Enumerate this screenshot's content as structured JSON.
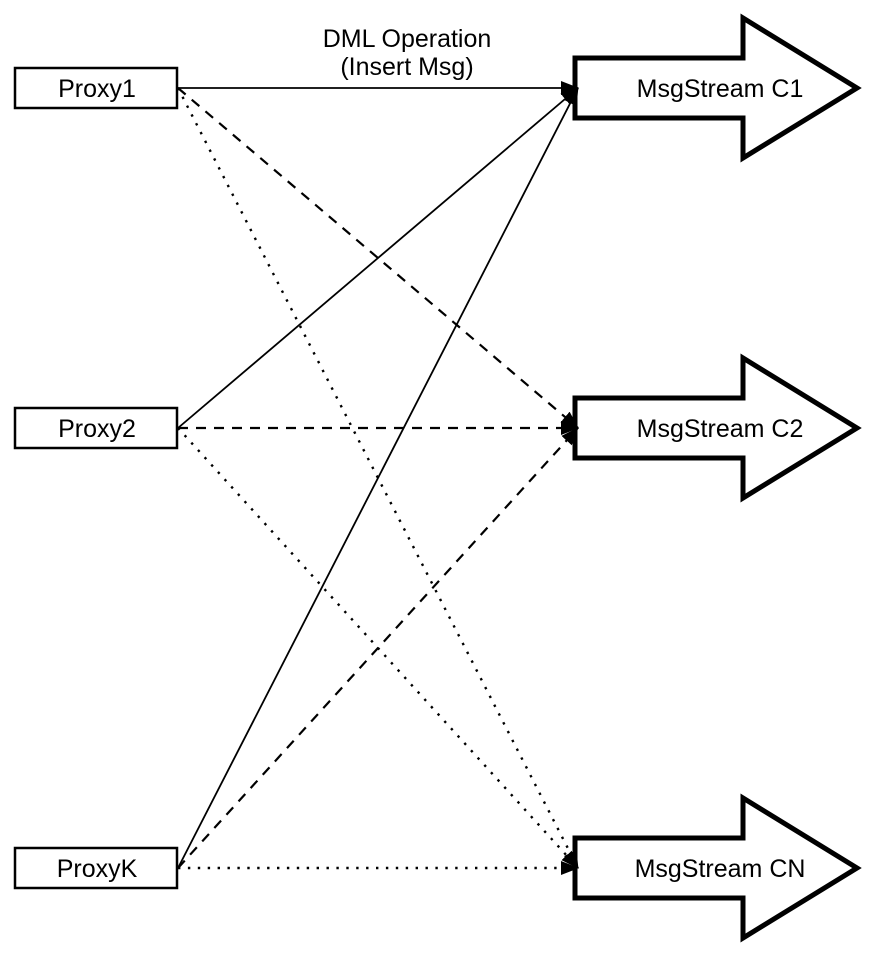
{
  "diagram": {
    "annotation": {
      "line1": "DML Operation",
      "line2": "(Insert Msg)"
    },
    "proxies": [
      {
        "id": "proxy1",
        "label": "Proxy1"
      },
      {
        "id": "proxy2",
        "label": "Proxy2"
      },
      {
        "id": "proxyk",
        "label": "ProxyK"
      }
    ],
    "streams": [
      {
        "id": "c1",
        "label": "MsgStream C1"
      },
      {
        "id": "c2",
        "label": "MsgStream C2"
      },
      {
        "id": "cn",
        "label": "MsgStream CN"
      }
    ],
    "edges": [
      {
        "from": "proxy1",
        "to": "c1",
        "style": "solid"
      },
      {
        "from": "proxy1",
        "to": "c2",
        "style": "dashed"
      },
      {
        "from": "proxy1",
        "to": "cn",
        "style": "dotted"
      },
      {
        "from": "proxy2",
        "to": "c1",
        "style": "solid"
      },
      {
        "from": "proxy2",
        "to": "c2",
        "style": "dashed"
      },
      {
        "from": "proxy2",
        "to": "cn",
        "style": "dotted"
      },
      {
        "from": "proxyk",
        "to": "c1",
        "style": "solid"
      },
      {
        "from": "proxyk",
        "to": "c2",
        "style": "dashed"
      },
      {
        "from": "proxyk",
        "to": "cn",
        "style": "dotted"
      }
    ],
    "colors": {
      "stroke": "#000000",
      "fill": "#ffffff"
    }
  }
}
